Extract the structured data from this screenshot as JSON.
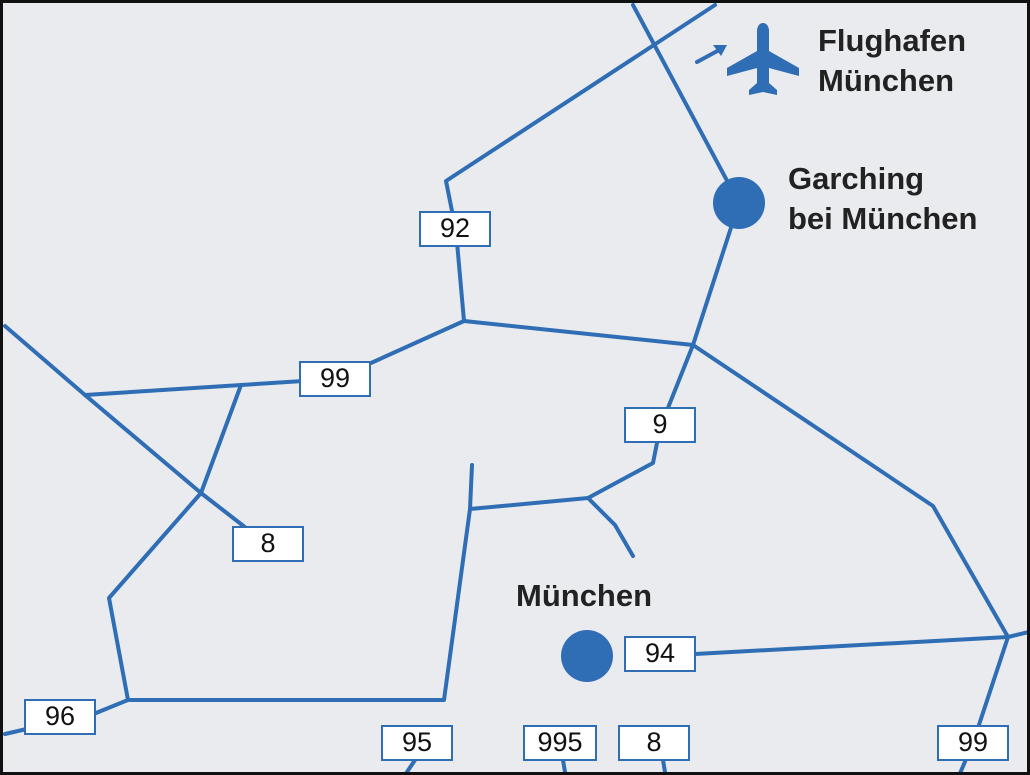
{
  "map": {
    "road_color": "#2f6db5",
    "background_color": "#e9ebee",
    "border_color": "#111111"
  },
  "places": {
    "airport": {
      "line1": "Flughafen",
      "line2": "München",
      "icon": "airplane-icon"
    },
    "garching": {
      "line1": "Garching",
      "line2": "bei München"
    },
    "muenchen": {
      "name": "München"
    }
  },
  "road_numbers": {
    "r92": "92",
    "r99_west": "99",
    "r9": "9",
    "r8_west": "8",
    "r94": "94",
    "r96": "96",
    "r95": "95",
    "r995": "995",
    "r8_south": "8",
    "r99_southeast": "99"
  }
}
